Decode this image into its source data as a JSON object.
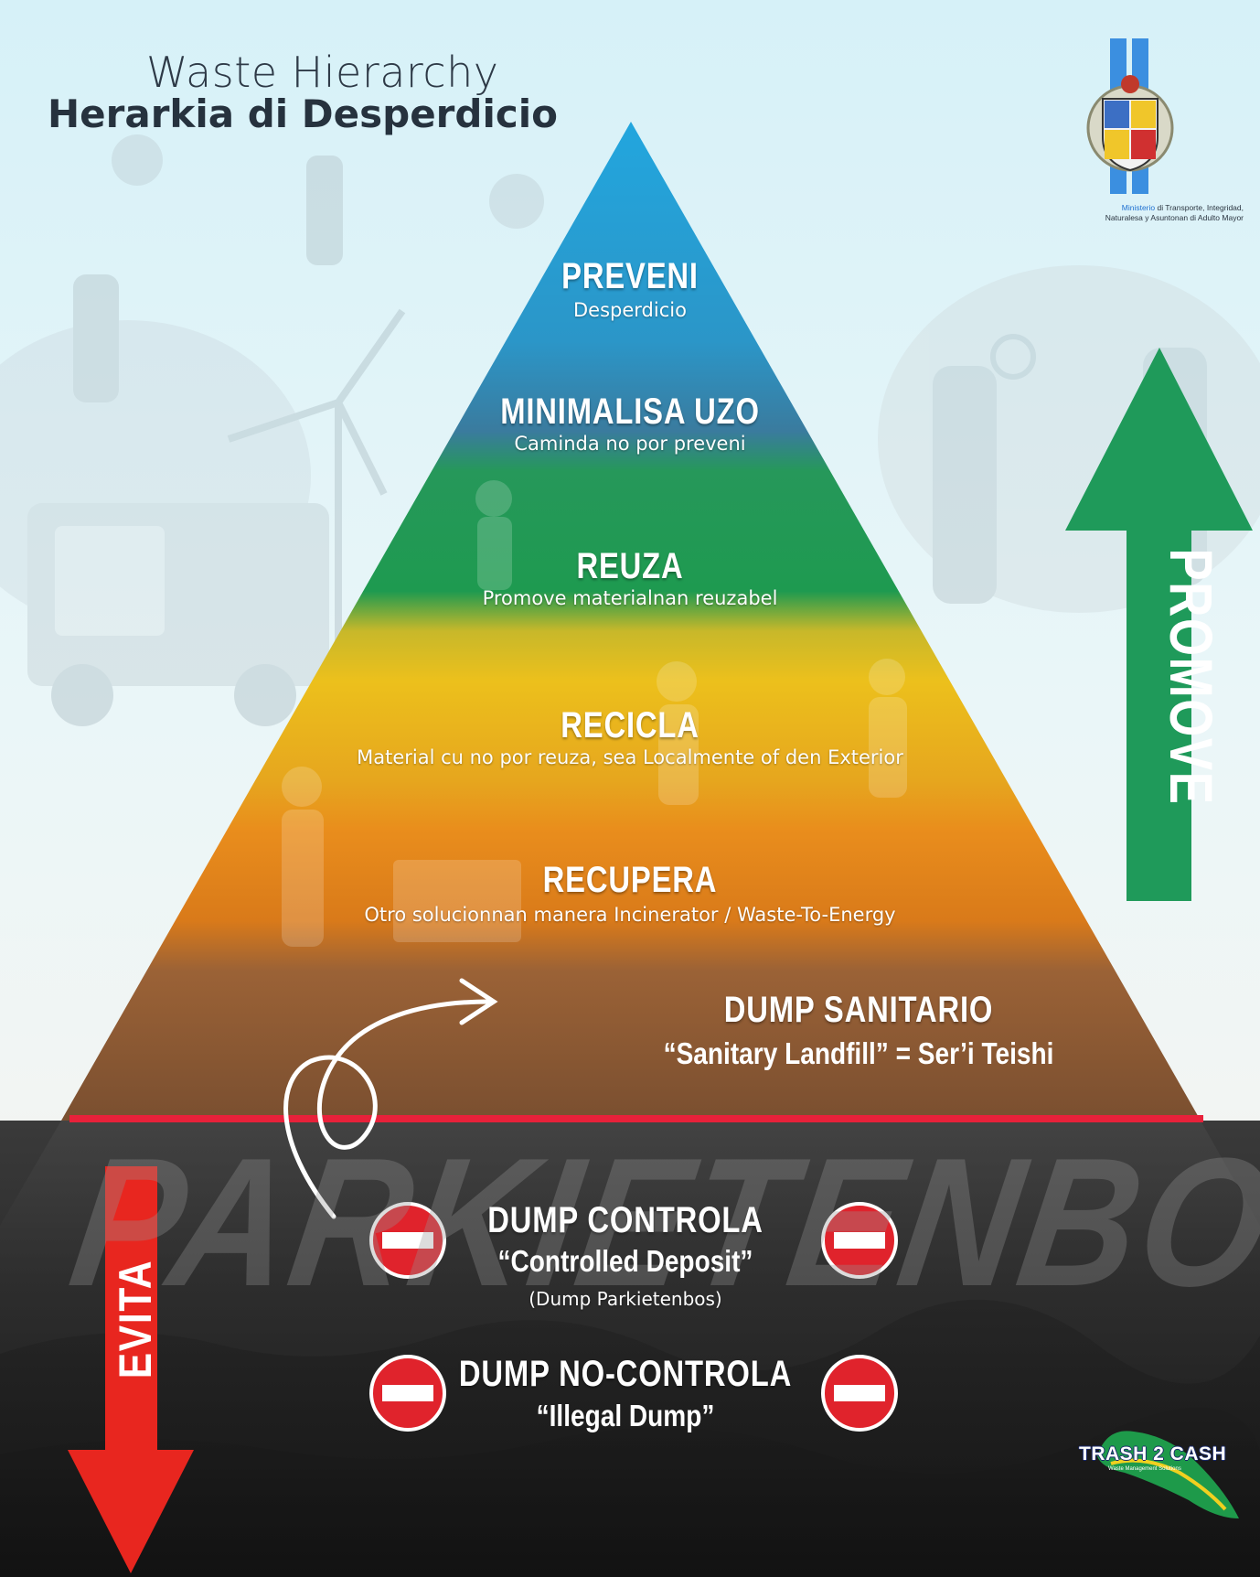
{
  "title": {
    "english": "Waste Hierarchy",
    "papiamento": "Herarkia di Desperdicio"
  },
  "ministry": {
    "highlight": "Ministerio",
    "line1_rest": " di Transporte, Integridad,",
    "line2": "Naturalesa y Asuntonan di Adulto Mayor"
  },
  "levels": [
    {
      "title": "PREVENI",
      "subtitle": "Desperdicio",
      "color": "#1da2dd"
    },
    {
      "title": "MINIMALISA UZO",
      "subtitle": "Caminda no por preveni",
      "color": "#2f86b8"
    },
    {
      "title": "REUZA",
      "subtitle": "Promove materialnan reuzabel",
      "color": "#1f9a55"
    },
    {
      "title": "RECICLA",
      "subtitle": "Material cu no por reuza, sea Localmente of den Exterior",
      "color": "#e8b81f"
    },
    {
      "title": "RECUPERA",
      "subtitle": "Otro solucionnan manera Incinerator / Waste-To-Energy",
      "color": "#e8881c"
    },
    {
      "title": "DUMP SANITARIO",
      "subtitle": "“Sanitary Landfill” = Ser’i Teishi",
      "color": "#8c5a35"
    }
  ],
  "avoid_levels": [
    {
      "title": "DUMP CONTROLA",
      "subtitle": "“Controlled Deposit”",
      "note": "(Dump Parkietenbos)"
    },
    {
      "title": "DUMP NO-CONTROLA",
      "subtitle": "“Illegal Dump”"
    }
  ],
  "arrows": {
    "up_label": "PROMOVE",
    "up_color": "#1f9a5a",
    "down_label": "EVITA",
    "down_color": "#e8261f"
  },
  "watermark": "PARKIETENBOS",
  "divider_color": "#e8213a",
  "logo": {
    "name": "TRASH 2 CASH",
    "tagline": "Waste Management Solutions"
  }
}
